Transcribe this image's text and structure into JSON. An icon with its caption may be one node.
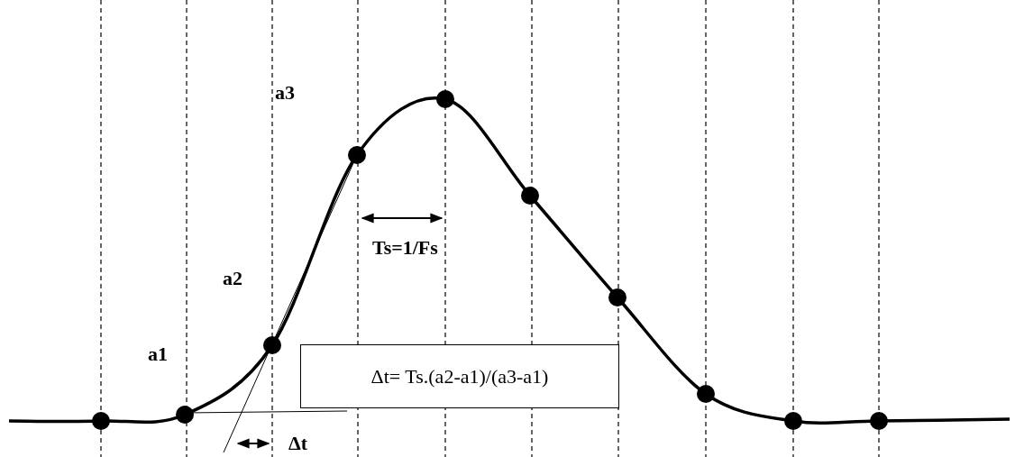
{
  "diagram": {
    "nodes": [
      {
        "text": [
          "Δt= Ts.(a2-a1)/(a3-a1)"
        ]
      }
    ],
    "labels": [
      "a3",
      "Ts=1/Fs",
      "a2",
      "a1",
      "Δt"
    ]
  }
}
